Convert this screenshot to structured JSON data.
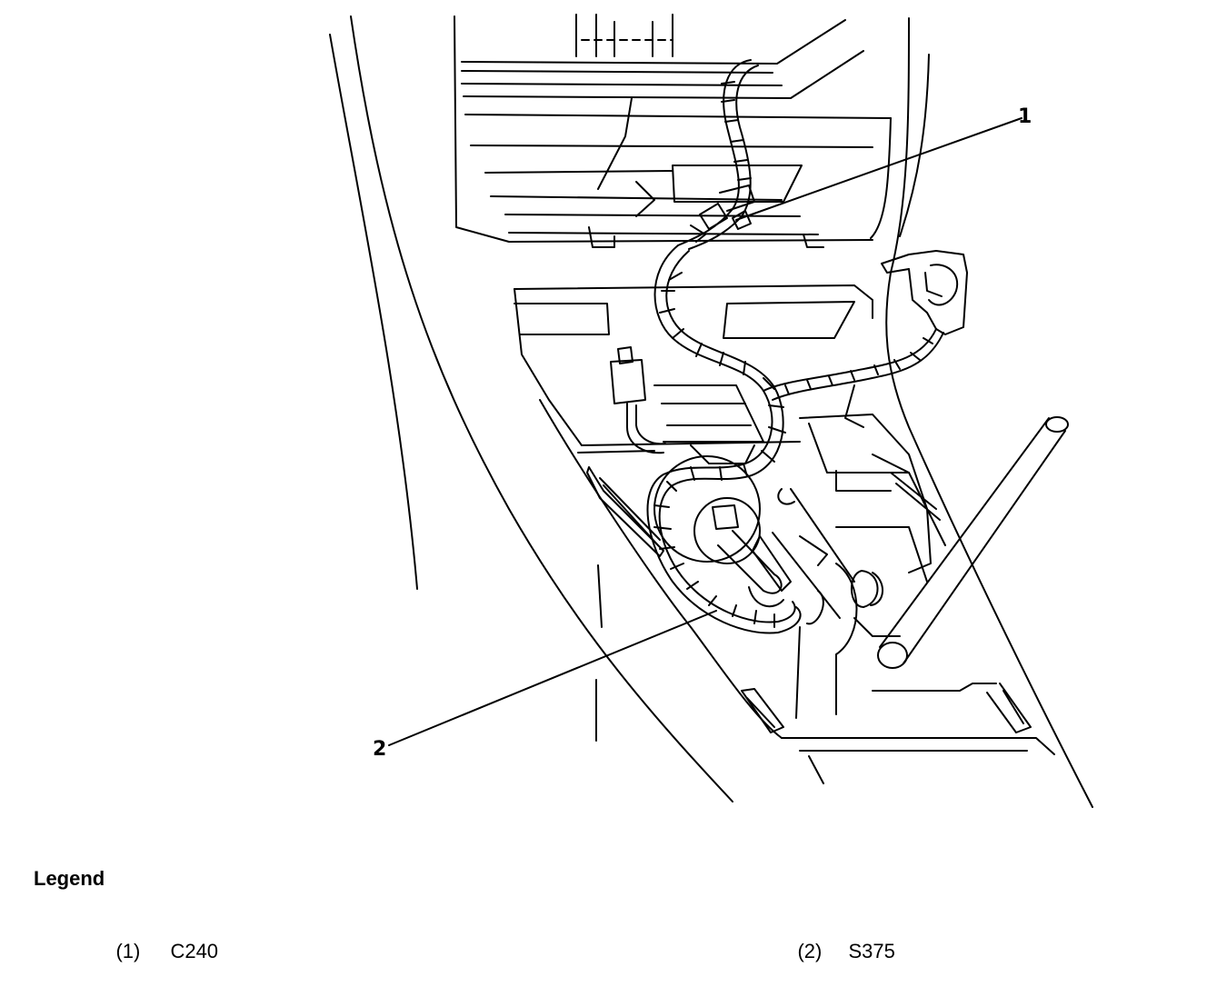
{
  "callouts": {
    "c1": "1",
    "c2": "2"
  },
  "legend": {
    "title": "Legend",
    "items": [
      {
        "number": "(1)",
        "label": "C240"
      },
      {
        "number": "(2)",
        "label": "S375"
      }
    ]
  }
}
